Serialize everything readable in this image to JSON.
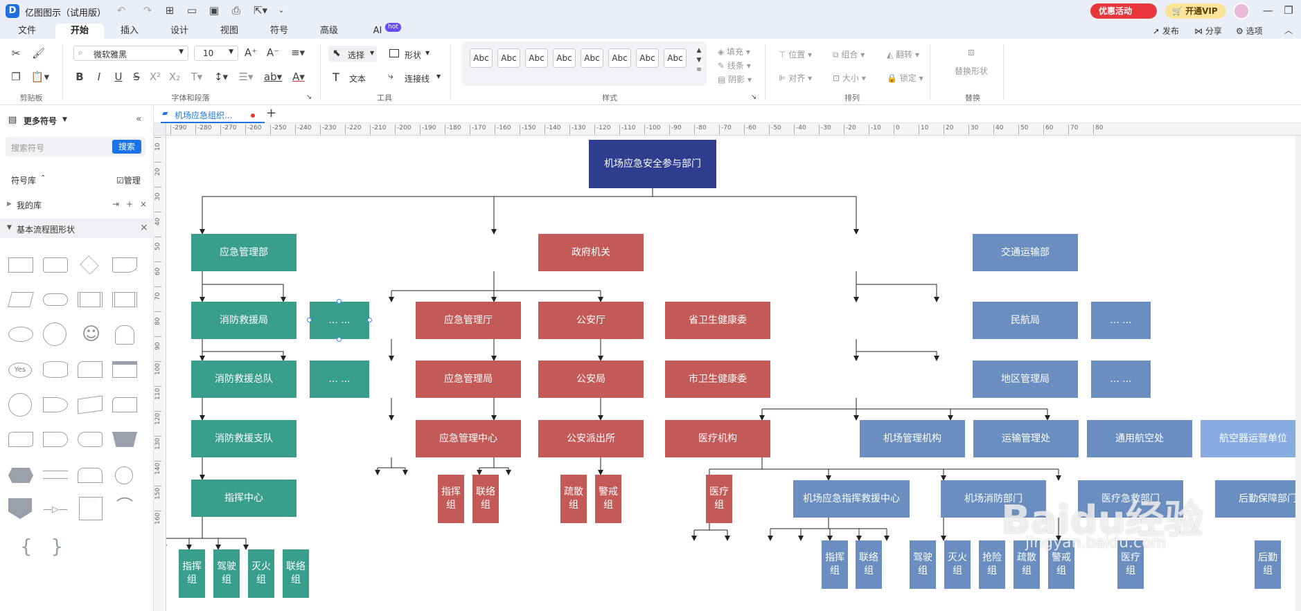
{
  "titlebar": {
    "app_title": "亿图图示（试用版）",
    "promo_label": "优惠活动",
    "vip_label": "开通VIP"
  },
  "menu": {
    "tabs": [
      "文件",
      "开始",
      "插入",
      "设计",
      "视图",
      "符号",
      "高级",
      "AI"
    ],
    "ai_badge": "hot",
    "publish": "发布",
    "share": "分享",
    "options": "选项"
  },
  "ribbon": {
    "font_name": "微软雅黑",
    "font_size": "10",
    "select_label": "选择",
    "shape_label": "形状",
    "text_label": "文本",
    "connector_label": "连接线",
    "style_sample": "Abc",
    "fill_label": "填充",
    "line_label": "线条",
    "shadow_label": "阴影",
    "position_label": "位置",
    "group_label": "组合",
    "rotate_label": "翻转",
    "align_label": "对齐",
    "size_label": "大小",
    "lock_label": "锁定",
    "replace_shape_label": "替换形状",
    "groups": {
      "clipboard": "剪贴板",
      "font": "字体和段落",
      "tools": "工具",
      "style": "样式",
      "arrange": "排列",
      "replace": "替换"
    }
  },
  "sidebar": {
    "title": "更多符号",
    "search_placeholder": "搜索符号",
    "search_button": "搜索",
    "library_label": "符号库",
    "manage_label": "管理",
    "my_library": "我的库",
    "basic_flow": "基本流程图形状",
    "yes_label": "Yes"
  },
  "doc_tab": {
    "name": "机场应急组织..."
  },
  "ruler": {
    "h_ticks": [
      "-290",
      "-280",
      "-270",
      "-260",
      "-250",
      "-240",
      "-230",
      "-220",
      "-210",
      "-200",
      "-190",
      "-180",
      "-170",
      "-160",
      "-150",
      "-140",
      "-130",
      "-120",
      "-110",
      "-100",
      "-90",
      "-80",
      "-70",
      "-60",
      "-50",
      "-40",
      "-30",
      "-20",
      "-10",
      "0",
      "10",
      "20",
      "30",
      "40",
      "50",
      "60",
      "70",
      "80"
    ],
    "v_ticks": [
      "10",
      "20",
      "30",
      "40",
      "50",
      "60",
      "70",
      "80",
      "90",
      "100",
      "110",
      "120",
      "130",
      "140",
      "150",
      "160"
    ]
  },
  "org": {
    "root": "机场应急安全参与部门",
    "emergency_dept": "应急管理部",
    "fire_bureau": "消防救援局",
    "ellipsis": "... ...",
    "fire_corps": "消防救援总队",
    "fire_detach": "消防救援支队",
    "command_center": "指挥中心",
    "team_command": "指挥组",
    "team_drive": "驾驶组",
    "team_fire": "灭火组",
    "team_liaison": "联络组",
    "team_evac": "疏散组",
    "team_guard": "警戒组",
    "team_medical": "医疗组",
    "team_rescue": "抢险组",
    "team_logistics": "后勤组",
    "gov": "政府机关",
    "emg_office": "应急管理厅",
    "police_office": "公安厅",
    "health_province": "省卫生健康委",
    "emg_bureau": "应急管理局",
    "police_bureau": "公安局",
    "health_city": "市卫生健康委",
    "emg_center": "应急管理中心",
    "police_station": "公安派出所",
    "medical_org": "医疗机构",
    "transport": "交通运输部",
    "caac": "民航局",
    "regional": "地区管理局",
    "airport_mgmt": "机场管理机构",
    "transport_mgmt": "运输管理处",
    "general_aviation": "通用航空处",
    "aircraft_operator": "航空器运营单位",
    "airport_rescue_center": "机场应急指挥救援中心",
    "airport_fire": "机场消防部门",
    "medical_dept": "医疗急救部门",
    "logistics_dept": "后勤保障部门"
  },
  "watermark": {
    "brand": "Baidu经验",
    "url": "jingyan.baidu.com"
  },
  "colors": {
    "teal": "#3a9e8d",
    "red": "#c35a57",
    "blue": "#6b8ec1",
    "navy": "#2f3d8f",
    "accent": "#1a73e8"
  }
}
